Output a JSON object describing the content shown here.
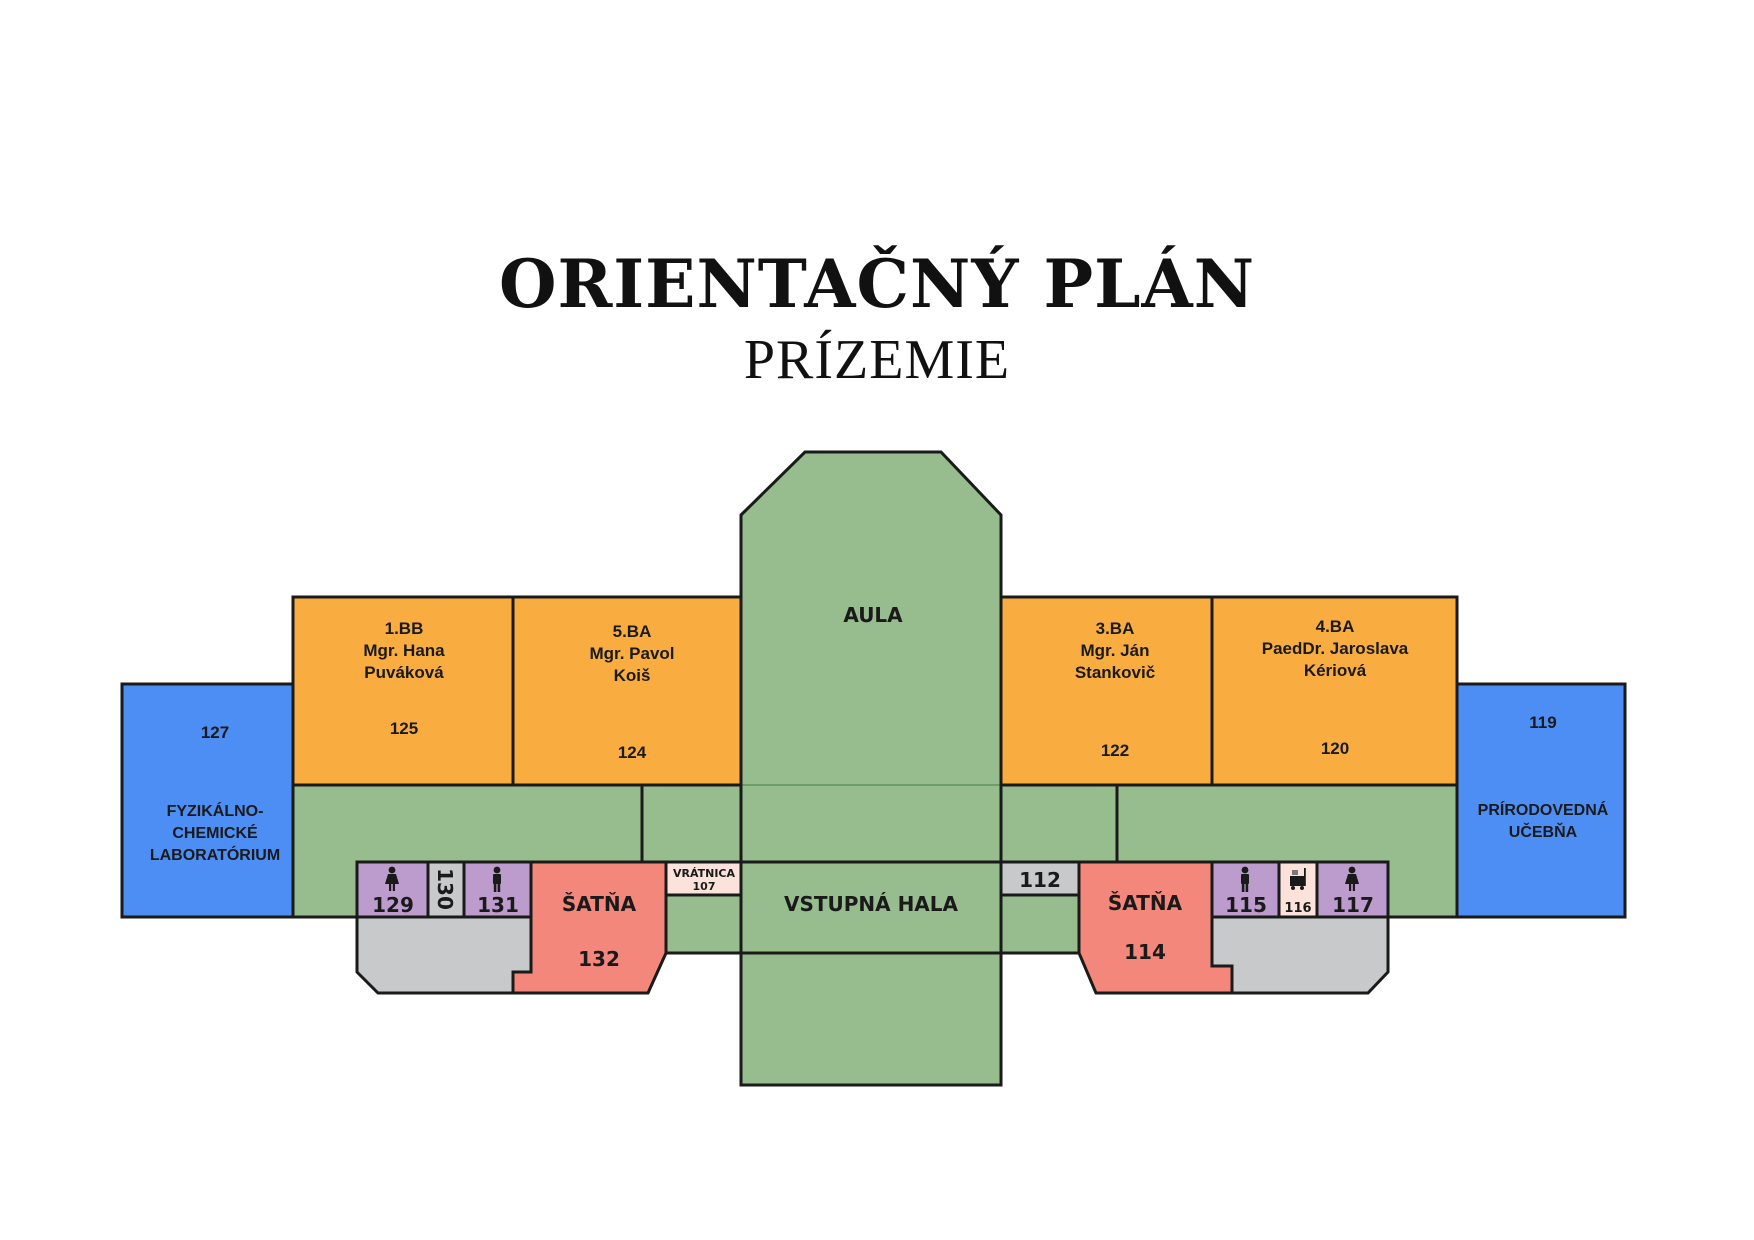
{
  "header": {
    "title": "ORIENTAČNÝ PLÁN",
    "subtitle": "PRÍZEMIE"
  },
  "colors": {
    "classroom": "#f9ad41",
    "lab": "#4d8ef5",
    "corridor": "#97bd8f",
    "wardrobe": "#f3877c",
    "toilet": "#bb9ccd",
    "utility": "#c8c9cb",
    "porter": "#fbe3dc",
    "outline": "#1a1a1a"
  },
  "rooms": {
    "r127": {
      "number": "127",
      "name_lines": [
        "FYZIKÁLNO-",
        "CHEMICKÉ",
        "LABORATÓRIUM"
      ]
    },
    "r125": {
      "class": "1.BB",
      "teacher_lines": [
        "Mgr. Hana",
        "Puváková"
      ],
      "number": "125"
    },
    "r124": {
      "class": "5.BA",
      "teacher_lines": [
        "Mgr. Pavol",
        "Koiš"
      ],
      "number": "124"
    },
    "aula": {
      "name": "AULA"
    },
    "r122": {
      "class": "3.BA",
      "teacher_lines": [
        "Mgr. Ján",
        "Stankovič"
      ],
      "number": "122"
    },
    "r120": {
      "class": "4.BA",
      "teacher_lines": [
        "PaedDr. Jaroslava",
        "Kériová"
      ],
      "number": "120"
    },
    "r119": {
      "number": "119",
      "name_lines": [
        "PRÍRODOVEDNÁ",
        "UČEBŇA"
      ]
    },
    "r129": {
      "number": "129",
      "icon": "woman-icon"
    },
    "r130": {
      "number": "130"
    },
    "r131": {
      "number": "131",
      "icon": "man-icon"
    },
    "r132": {
      "name": "ŠATŇA",
      "number": "132"
    },
    "r107": {
      "name": "VRÁTNICA",
      "number": "107"
    },
    "hall": {
      "name": "VSTUPNÁ HALA"
    },
    "r112": {
      "number": "112"
    },
    "r114": {
      "name": "ŠATŇA",
      "number": "114"
    },
    "r115": {
      "number": "115",
      "icon": "man-icon"
    },
    "r116": {
      "number": "116",
      "icon": "cleaning-cart-icon"
    },
    "r117": {
      "number": "117",
      "icon": "woman-icon"
    }
  }
}
